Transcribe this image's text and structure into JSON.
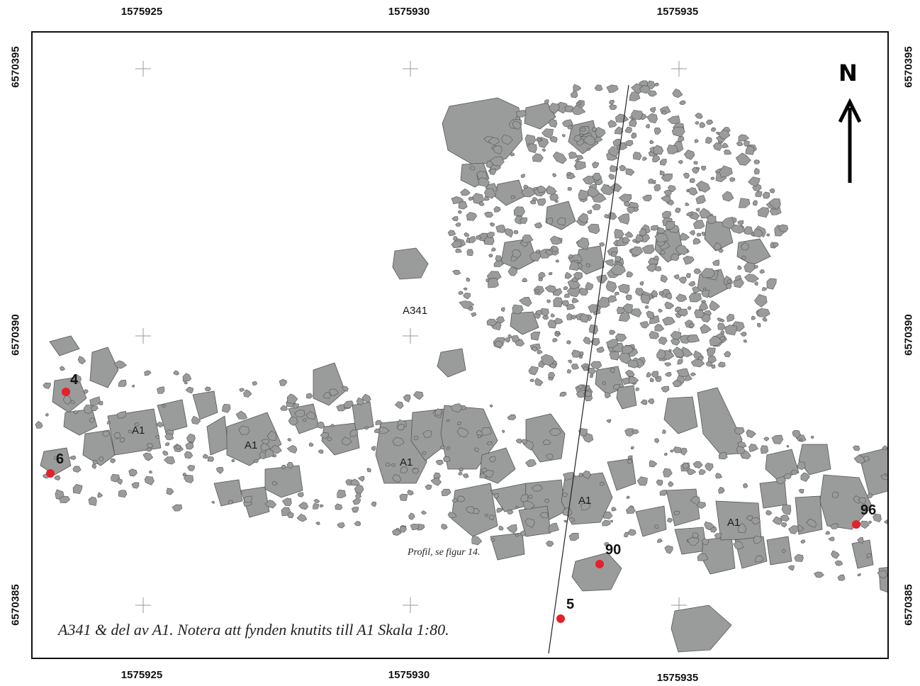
{
  "map": {
    "easting_ticks": [
      "1575925",
      "1575930",
      "1575935"
    ],
    "bottom_ticks": [
      "1575925",
      "1575930",
      "1575935"
    ],
    "northing_ticks": [
      "6570395",
      "6570390",
      "6570385"
    ],
    "caption": "A341 & del av A1. Notera att fynden knutits till A1 Skala 1:80.",
    "profile_label": "Profil, se figur 14.",
    "north_letter": "N",
    "feature_labels": {
      "a341": "A341",
      "a1_1": "A1",
      "a1_2": "A1",
      "a1_3": "A1",
      "a1_4": "A1",
      "a1_5": "A1"
    },
    "finds": [
      {
        "label": "4"
      },
      {
        "label": "6"
      },
      {
        "label": "90"
      },
      {
        "label": "5"
      },
      {
        "label": "96"
      }
    ],
    "colors": {
      "stone_fill": "#9a9b9b",
      "stone_stroke": "#555555",
      "find_marker": "#e3212b",
      "frame": "#111111"
    }
  }
}
